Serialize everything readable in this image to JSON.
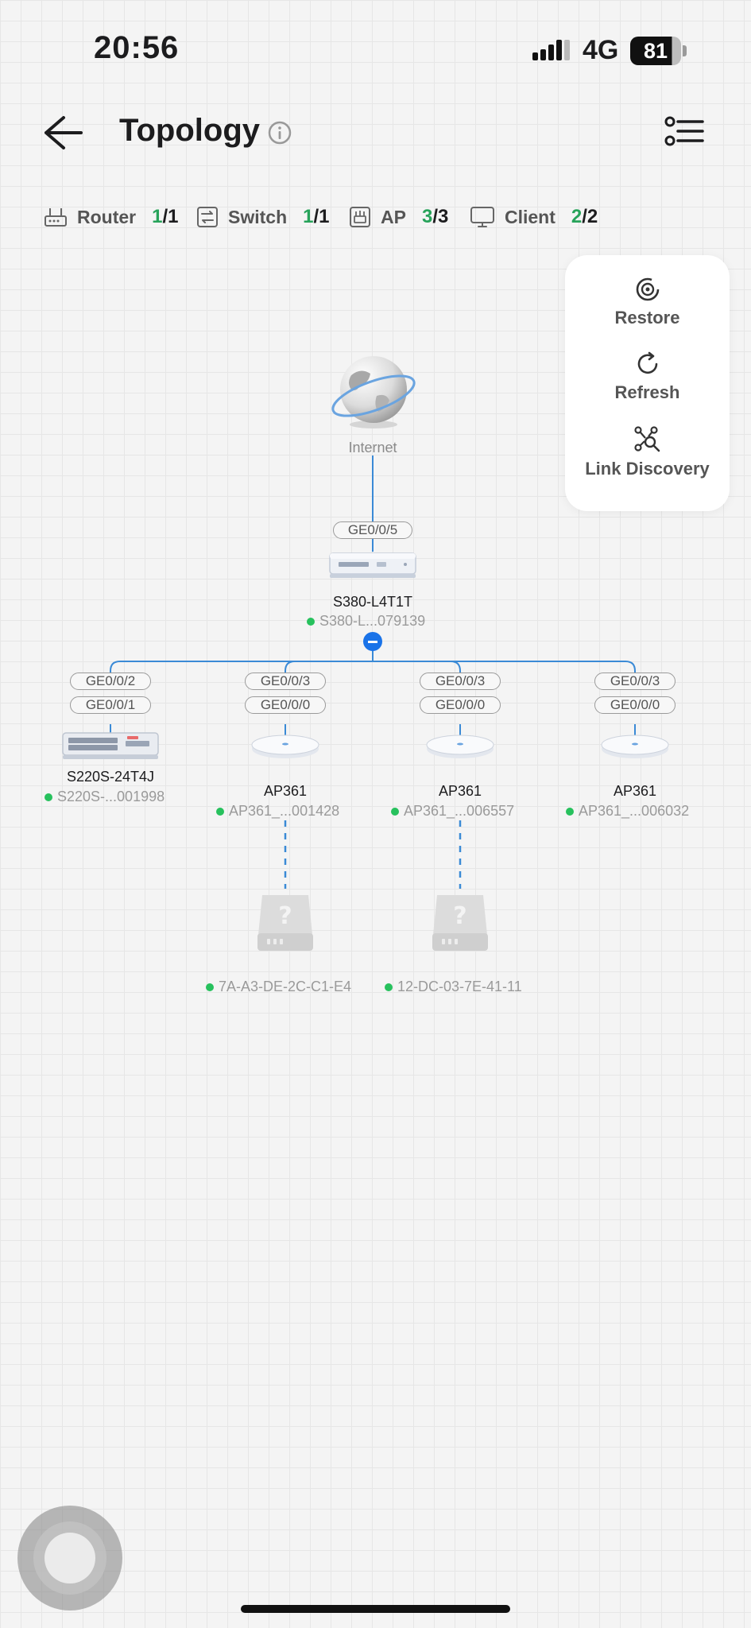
{
  "status_bar": {
    "time": "20:56",
    "network": "4G",
    "battery": "81"
  },
  "header": {
    "title": "Topology"
  },
  "summary": [
    {
      "label": "Router",
      "online": "1",
      "total": "/1",
      "icon": "router-icon"
    },
    {
      "label": "Switch",
      "online": "1",
      "total": "/1",
      "icon": "switch-icon"
    },
    {
      "label": "AP",
      "online": "3",
      "total": "/3",
      "icon": "ap-icon"
    },
    {
      "label": "Client",
      "online": "2",
      "total": "/2",
      "icon": "monitor-icon"
    }
  ],
  "tools": {
    "restore": "Restore",
    "refresh": "Refresh",
    "link_discovery": "Link Discovery"
  },
  "topology": {
    "internet": "Internet",
    "gateway": {
      "port": "GE0/0/5",
      "name": "S380-L4T1T",
      "sub": "S380-L...079139"
    },
    "children": [
      {
        "uplink": "GE0/0/2",
        "port": "GE0/0/1",
        "name": "S220S-24T4J",
        "sub": "S220S-...001998"
      },
      {
        "uplink": "GE0/0/3",
        "port": "GE0/0/0",
        "name": "AP361",
        "sub": "AP361_...001428"
      },
      {
        "uplink": "GE0/0/3",
        "port": "GE0/0/0",
        "name": "AP361",
        "sub": "AP361_...006557"
      },
      {
        "uplink": "GE0/0/3",
        "port": "GE0/0/0",
        "name": "AP361",
        "sub": "AP361_...006032"
      }
    ],
    "clients": [
      {
        "mac": "7A-A3-DE-2C-C1-E4"
      },
      {
        "mac": "12-DC-03-7E-41-11"
      }
    ]
  },
  "colors": {
    "online": "#27c15d",
    "link": "#3a8ad6",
    "accent": "#1a73e8",
    "count_online": "#27a35a"
  }
}
